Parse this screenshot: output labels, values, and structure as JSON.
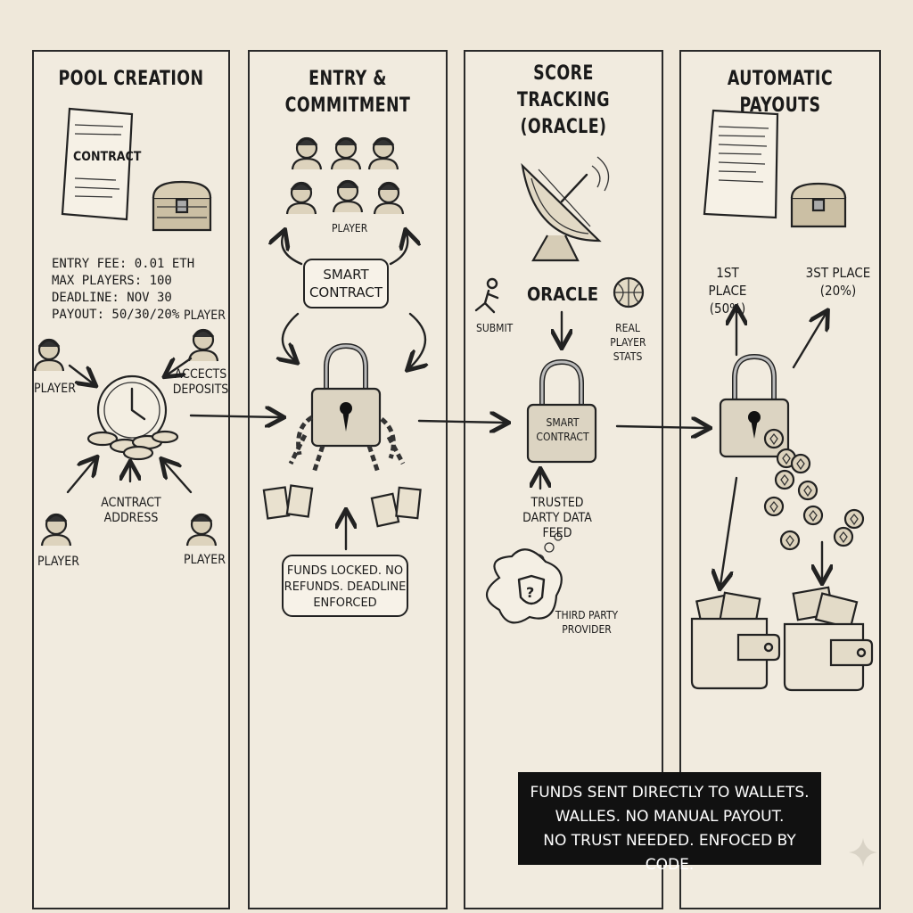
{
  "panels": {
    "pool_creation": {
      "title": "POOL CREATION",
      "contract_label": "CONTRACT",
      "details": [
        "ENTRY FEE: 0.01 ETH",
        "MAX PLAYERS: 100",
        "DEADLINE: NOV 30",
        "PAYOUT: 50/30/20%"
      ],
      "player_top_left": "PLAYER",
      "player_top_right": "PLAYER",
      "accepts_deposits": "ACCECTS DEPOSITS",
      "contract_address": "ACNTRACT ADDRESS",
      "player_bottom_left": "PLAYER",
      "player_bottom_right": "PLAYER"
    },
    "entry_commitment": {
      "title": "ENTRY & COMMITMENT",
      "player_label": "PLAYER",
      "smart_contract": "SMART CONTRACT",
      "note": "FUNDS LOCKED. NO REFUNDS. DEADLINE ENFORCED"
    },
    "score_tracking": {
      "title": "SCORE TRACKING (ORACLE)",
      "oracle": "ORACLE",
      "submit": "SUBMIT",
      "real_player_stats": "REAL PLAYER STATS",
      "smart_contract": "SMART CONTRACT",
      "trusted_feed": "TRUSTED DARTY DATA FEED",
      "third_party": "THIRD PARTY PROVIDER"
    },
    "automatic_payouts": {
      "title": "AUTOMATIC PAYOUTS",
      "first_place": "1ST PLACE",
      "first_share": "(50%)",
      "third_place": "3ST PLACE",
      "third_share": "(20%)"
    }
  },
  "banner_lines": [
    "FUNDS SENT DIRECTLY TO WALLETS.",
    "WALLES. NO MANUAL PAYOUT.",
    "NO TRUST NEEDED. ENFOCED BY CODE."
  ]
}
